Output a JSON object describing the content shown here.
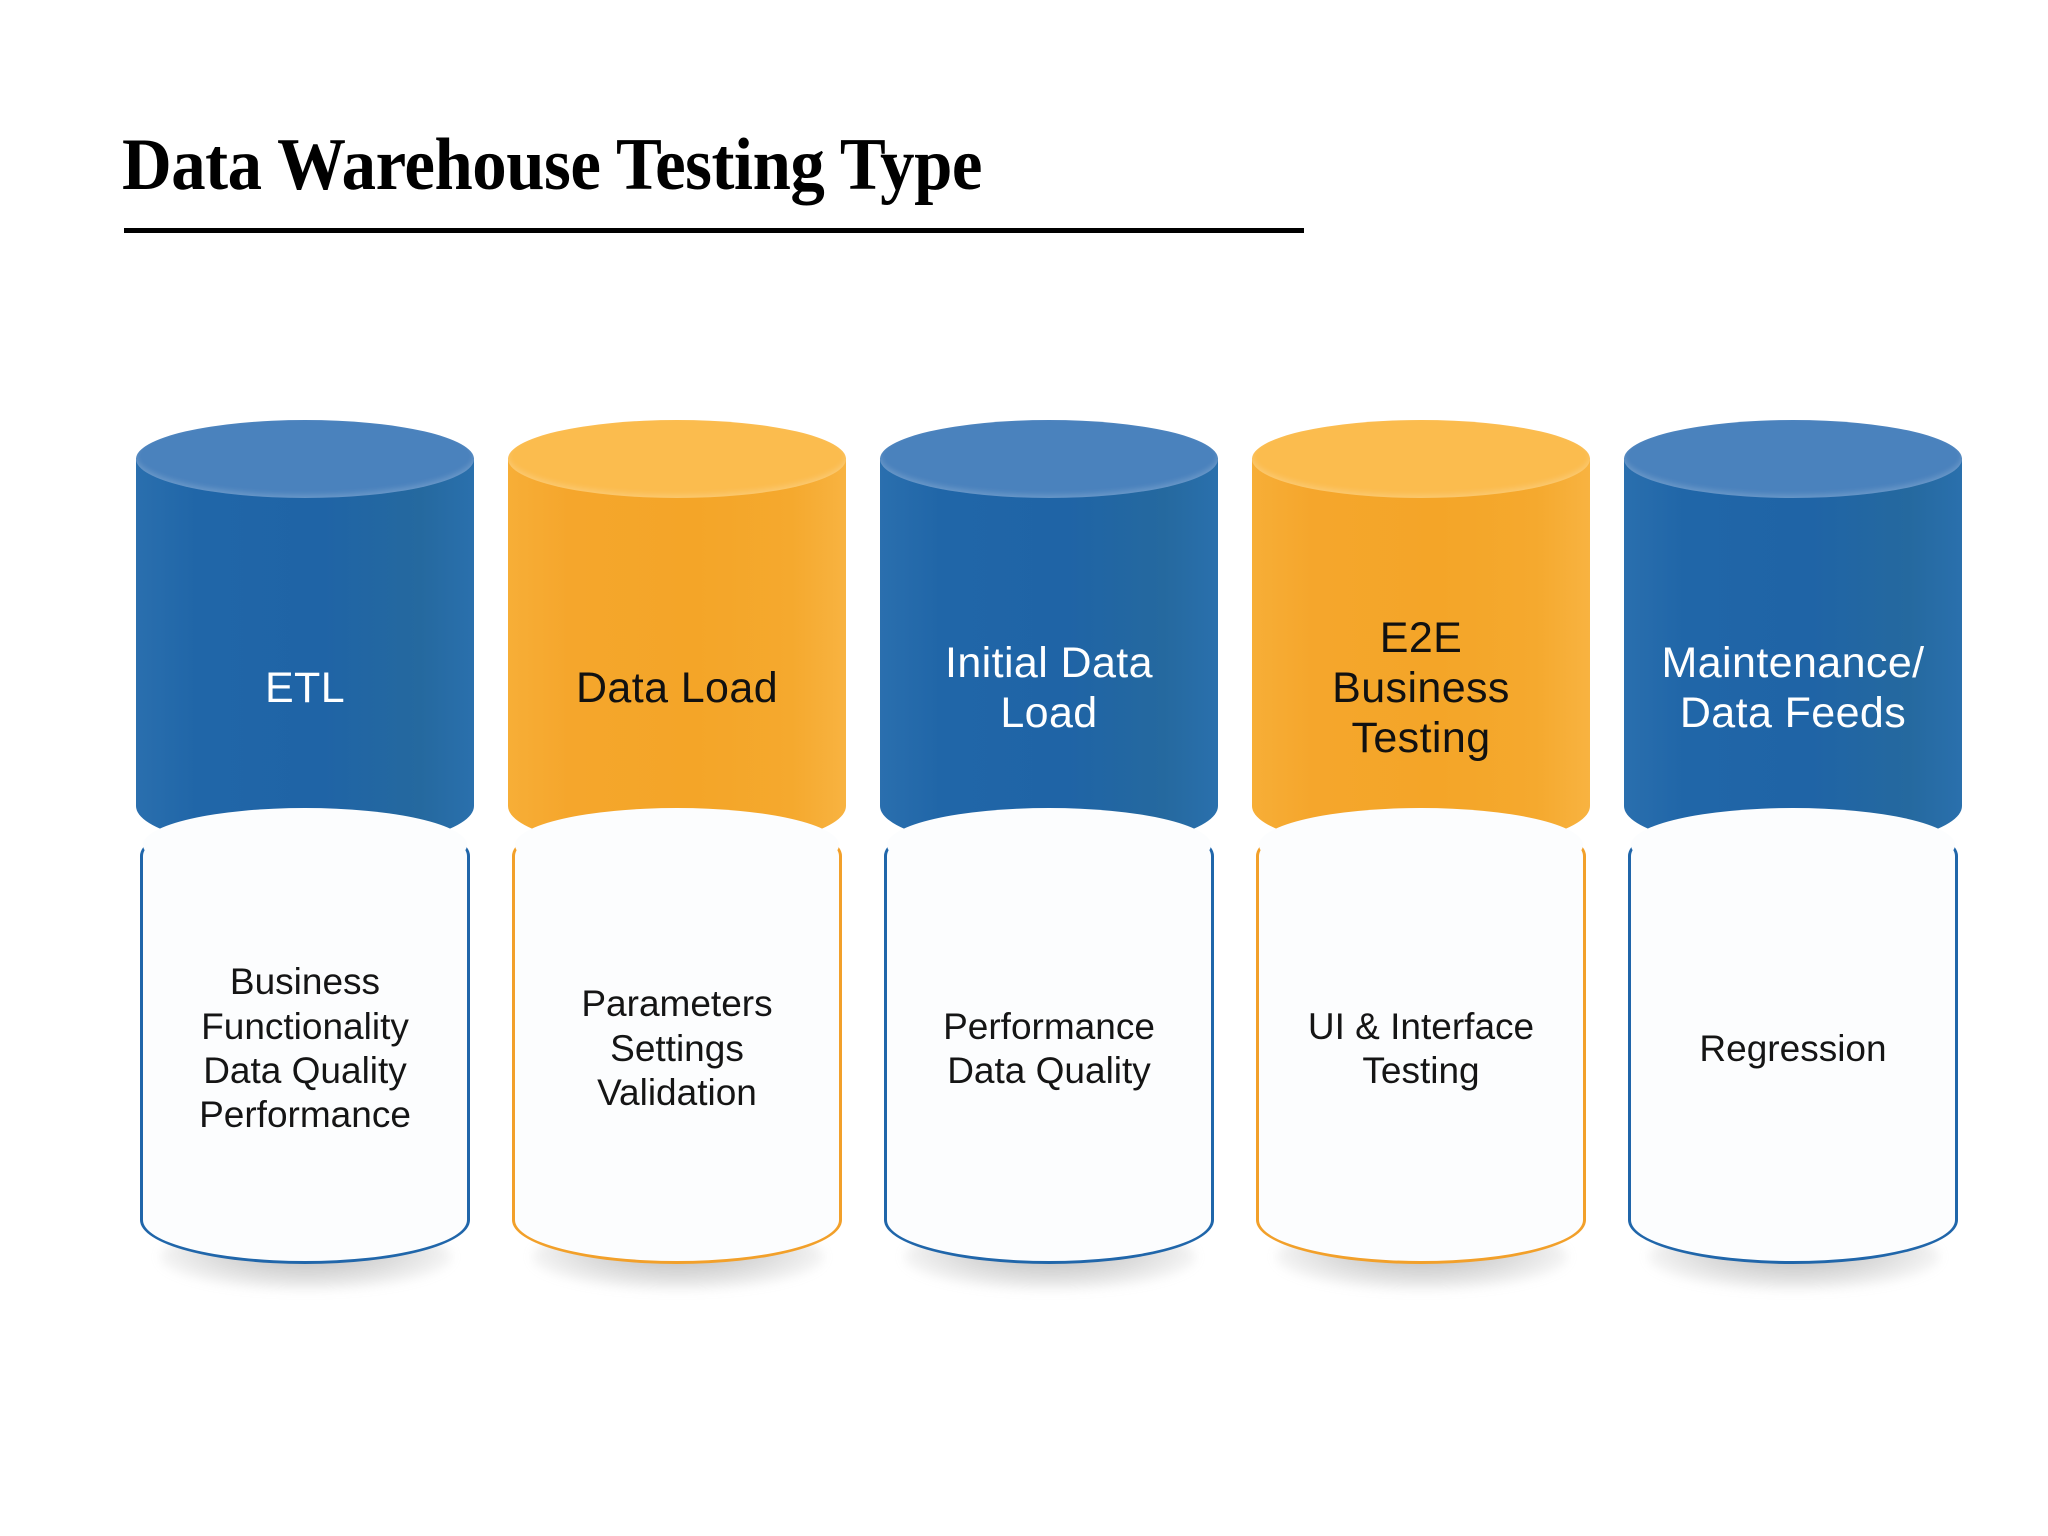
{
  "page": {
    "title": "Data Warehouse Testing Type",
    "background_color": "#FFFFFF"
  },
  "palette": {
    "blue_body": "#2066AA",
    "blue_cap": "#4A82BD",
    "orange_body": "#F5A62C",
    "orange_cap": "#FBBC4E",
    "white_panel": "#FCFDFE",
    "text_dark": "#151515",
    "text_light": "#FFFFFF"
  },
  "diagram": {
    "type": "cylinder-row",
    "count": 5,
    "cylinders": [
      {
        "color": "blue",
        "top_label": "ETL",
        "bottom_label": "Business\nFunctionality\nData Quality\nPerformance",
        "bottom_items": [
          "Business",
          "Functionality",
          "Data Quality",
          "Performance"
        ]
      },
      {
        "color": "orange",
        "top_label": "Data Load",
        "bottom_label": "Parameters\nSettings\nValidation",
        "bottom_items": [
          "Parameters",
          "Settings",
          "Validation"
        ]
      },
      {
        "color": "blue",
        "top_label": "Initial Data\nLoad",
        "bottom_label": "Performance\nData Quality",
        "bottom_items": [
          "Performance",
          "Data Quality"
        ]
      },
      {
        "color": "orange",
        "top_label": "E2E\nBusiness\nTesting",
        "bottom_label": "UI & Interface\nTesting",
        "bottom_items": [
          "UI & Interface",
          "Testing"
        ]
      },
      {
        "color": "blue",
        "top_label": "Maintenance/\nData Feeds",
        "bottom_label": "Regression",
        "bottom_items": [
          "Regression"
        ]
      }
    ]
  }
}
